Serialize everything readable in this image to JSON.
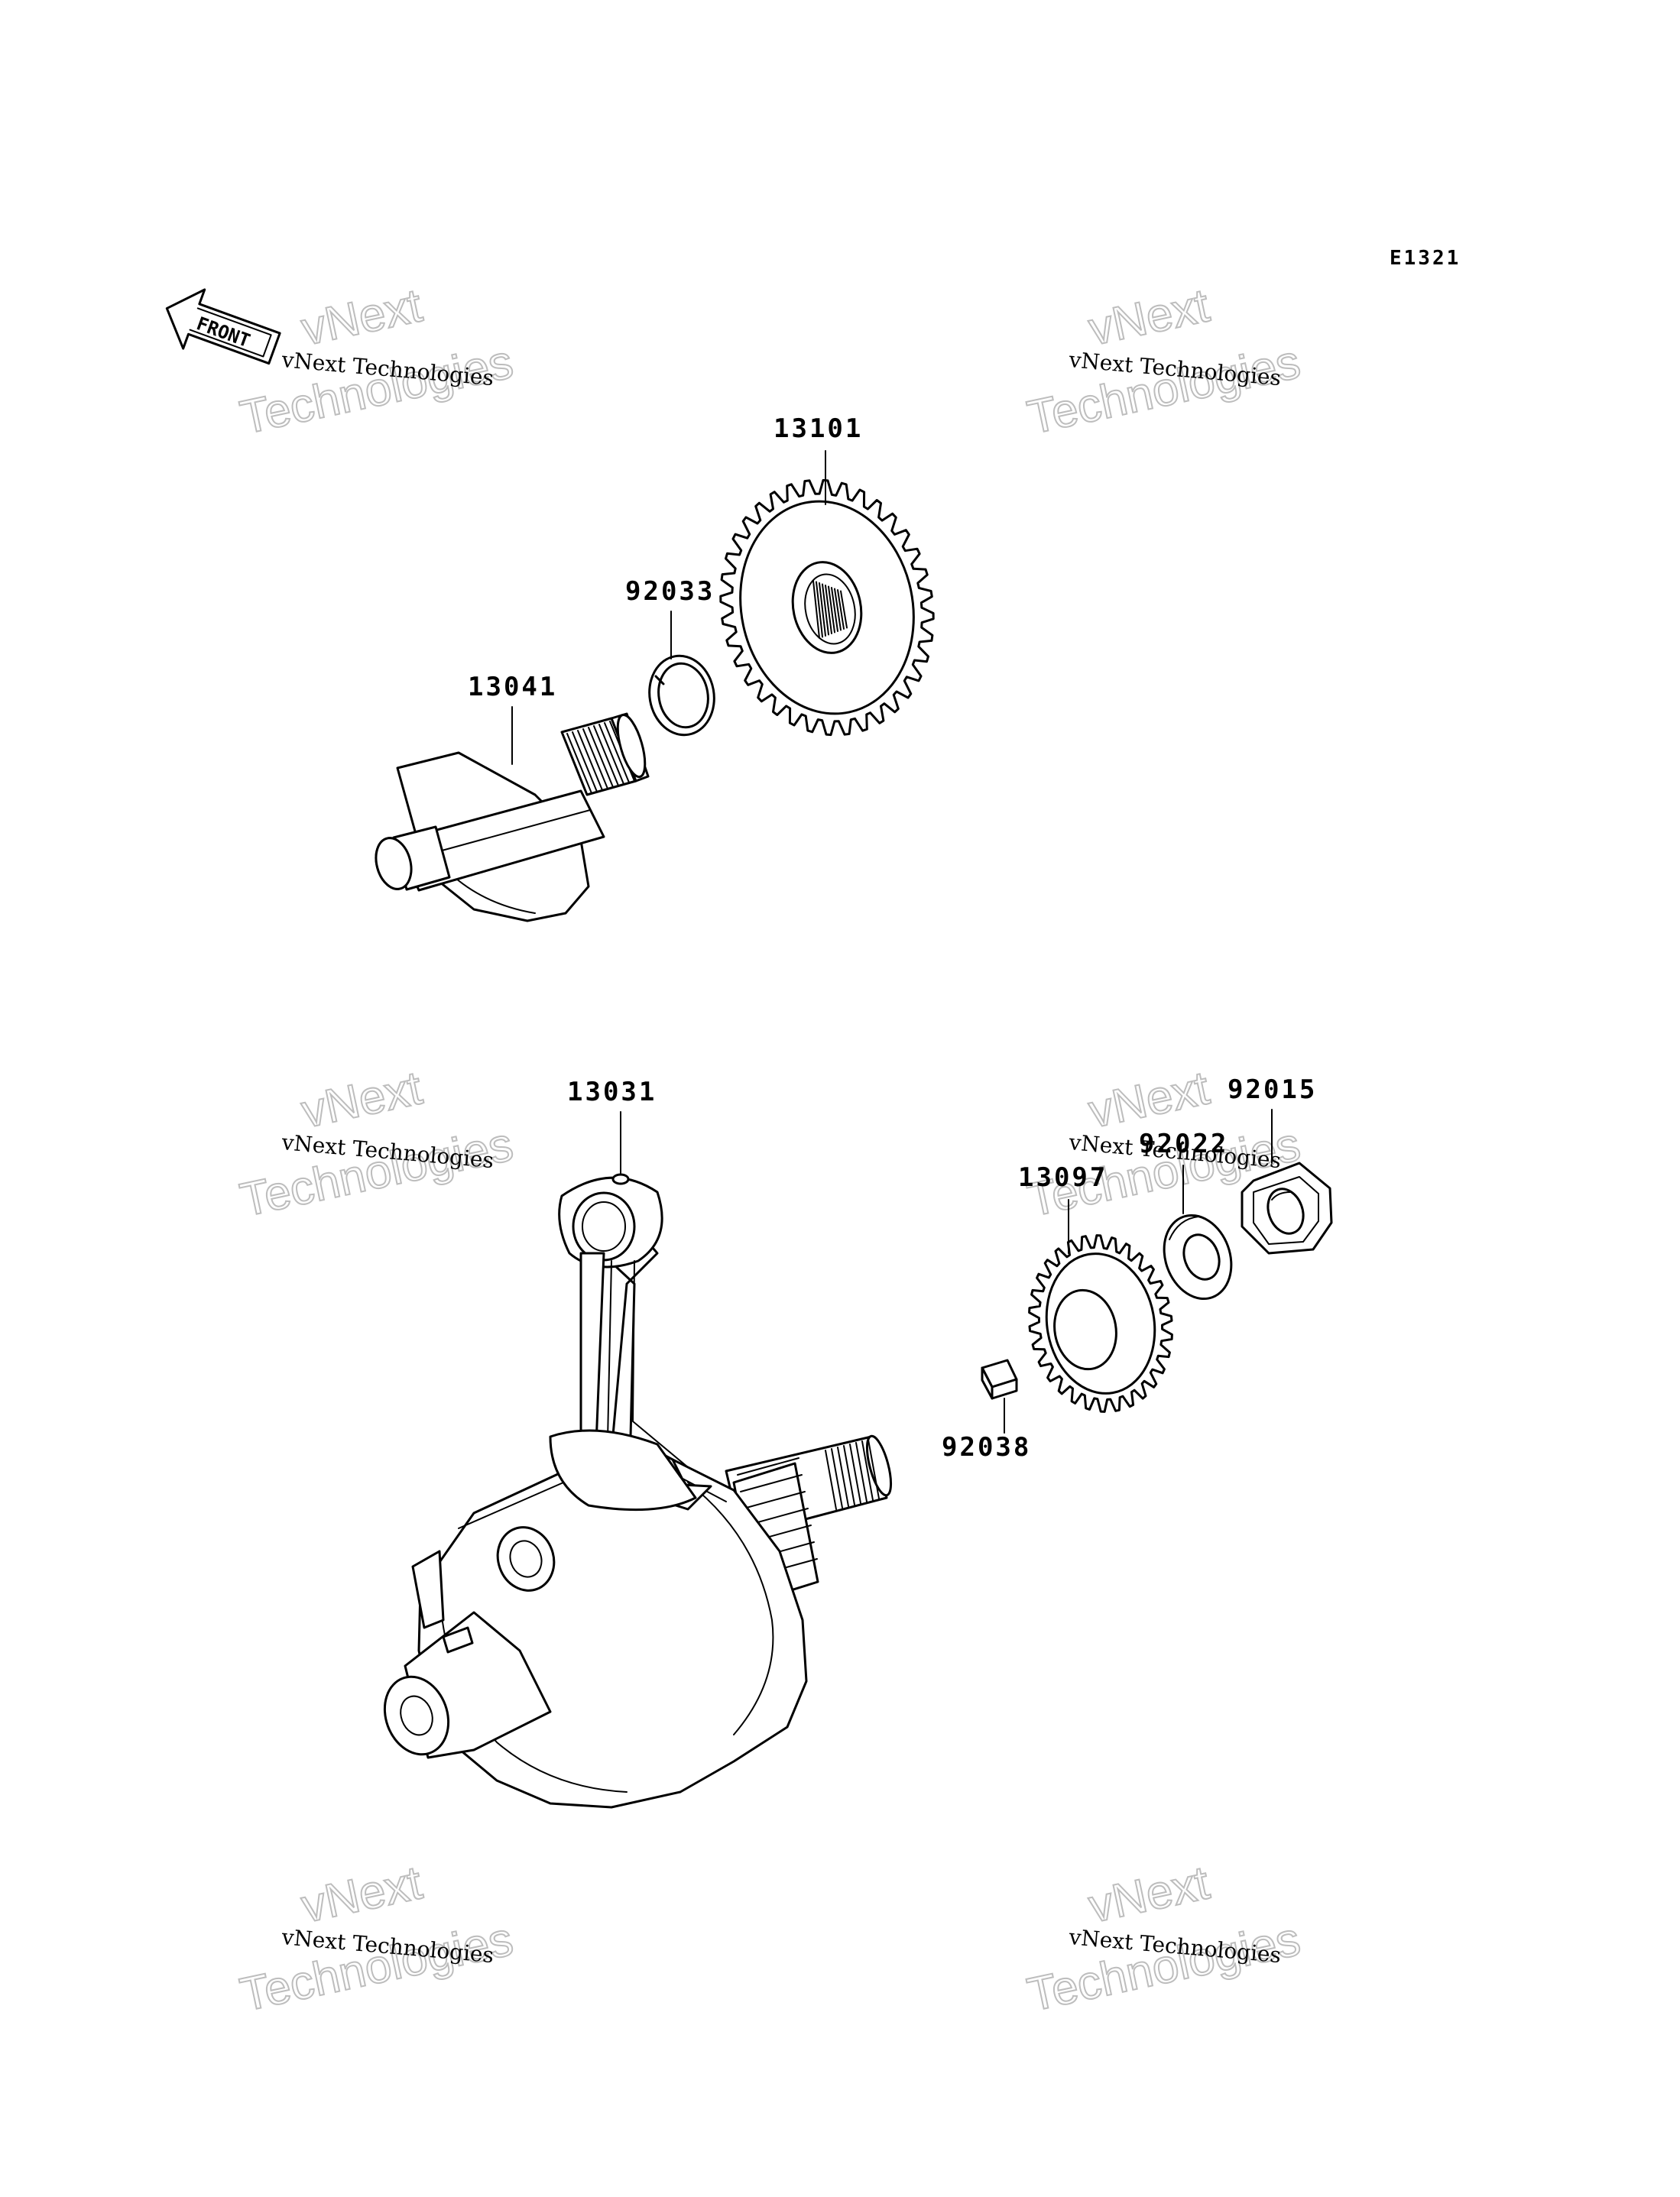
{
  "diagram": {
    "code": "E1321",
    "front_label": "FRONT",
    "watermark_line1": "vNext Technologies",
    "watermark_line2": "vNext",
    "watermark_line3": "Technologies",
    "parts": {
      "p13101": "13101",
      "p92033": "92033",
      "p13041": "13041",
      "p13031": "13031",
      "p92015": "92015",
      "p92022": "92022",
      "p13097": "13097",
      "p92038": "92038"
    }
  }
}
